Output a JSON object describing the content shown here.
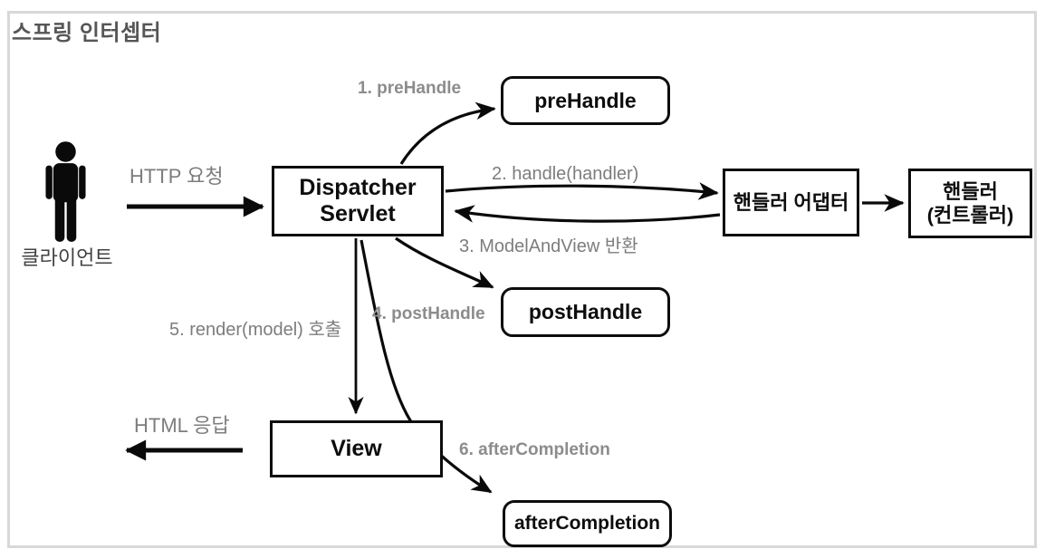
{
  "title": "스프링 인터셉터",
  "client": {
    "label": "클라이언트",
    "icon": "person-icon"
  },
  "boxes": {
    "dispatcher_servlet": {
      "line1": "Dispatcher",
      "line2": "Servlet"
    },
    "handler_adapter": {
      "label": "핸들러 어댑터"
    },
    "handler_controller": {
      "line1": "핸들러",
      "line2": "(컨트롤러)"
    },
    "view": {
      "label": "View"
    },
    "prehandle": {
      "label": "preHandle"
    },
    "posthandle": {
      "label": "postHandle"
    },
    "aftercompletion": {
      "label": "afterCompletion"
    }
  },
  "arrow_labels": {
    "http_request": "HTTP 요청",
    "html_response": "HTML 응답",
    "step1": "1. preHandle",
    "step2": "2. handle(handler)",
    "step3": "3. ModelAndView 반환",
    "step4": "4. postHandle",
    "step5": "5. render(model) 호출",
    "step6": "6. afterCompletion"
  },
  "colors": {
    "background": "#ffffff",
    "frame_border": "#d8d8d8",
    "box_border": "#0d0d0d",
    "arrow_color": "#0a0a0a",
    "title_color": "#565656",
    "label_gray": "#7d7d7d",
    "step_bold_gray": "#8c8c8c"
  }
}
